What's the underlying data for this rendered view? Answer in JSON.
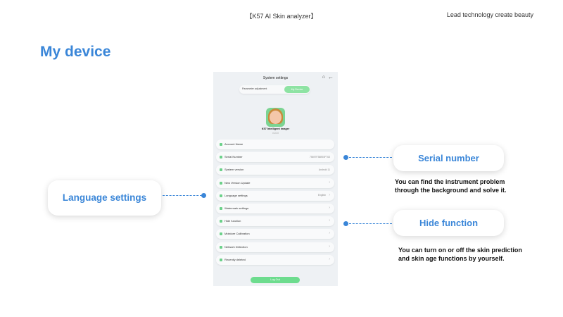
{
  "header": {
    "center_title": "【K57  AI  Skin analyzer】",
    "right_tagline": "Lead technology create beauty"
  },
  "page_title": "My device",
  "device": {
    "screen_title": "System settings",
    "home_icon": "home-icon",
    "back_icon": "back-arrow-icon",
    "tabs": [
      {
        "label": "Parameter adjustment",
        "active": false
      },
      {
        "label": "My Device",
        "active": true
      }
    ],
    "device_name": "K57 Intelligent imager",
    "device_sub": "v1.0.0",
    "rows": [
      {
        "label": "Account Name",
        "value": "",
        "chevron": false
      },
      {
        "label": "Serial Number",
        "value": "75697F38B93F763",
        "chevron": false
      },
      {
        "label": "System version",
        "value": "Android 11",
        "chevron": false
      },
      {
        "label": "New Version Update",
        "value": "",
        "chevron": true
      },
      {
        "label": "Language settings",
        "value": "English",
        "chevron": true
      },
      {
        "label": "Watermark settings",
        "value": "",
        "chevron": true
      },
      {
        "label": "Hide function",
        "value": "",
        "chevron": true
      },
      {
        "label": "Moisture Calibration",
        "value": "",
        "chevron": true
      },
      {
        "label": "Network Detection",
        "value": "",
        "chevron": true
      },
      {
        "label": "Recently deleted",
        "value": "",
        "chevron": true
      }
    ],
    "bottom_button": "Log Out"
  },
  "callouts": {
    "language": "Language settings",
    "serial": "Serial number",
    "hide": "Hide function"
  },
  "descriptions": {
    "serial_line1": "You can find the instrument problem",
    "serial_line2": "through the background and solve it.",
    "hide_line1": "You can turn on or off the skin prediction",
    "hide_line2": "and skin age functions by yourself."
  },
  "colors": {
    "accent": "#3a86d8",
    "device_green": "#6ddc8e"
  }
}
